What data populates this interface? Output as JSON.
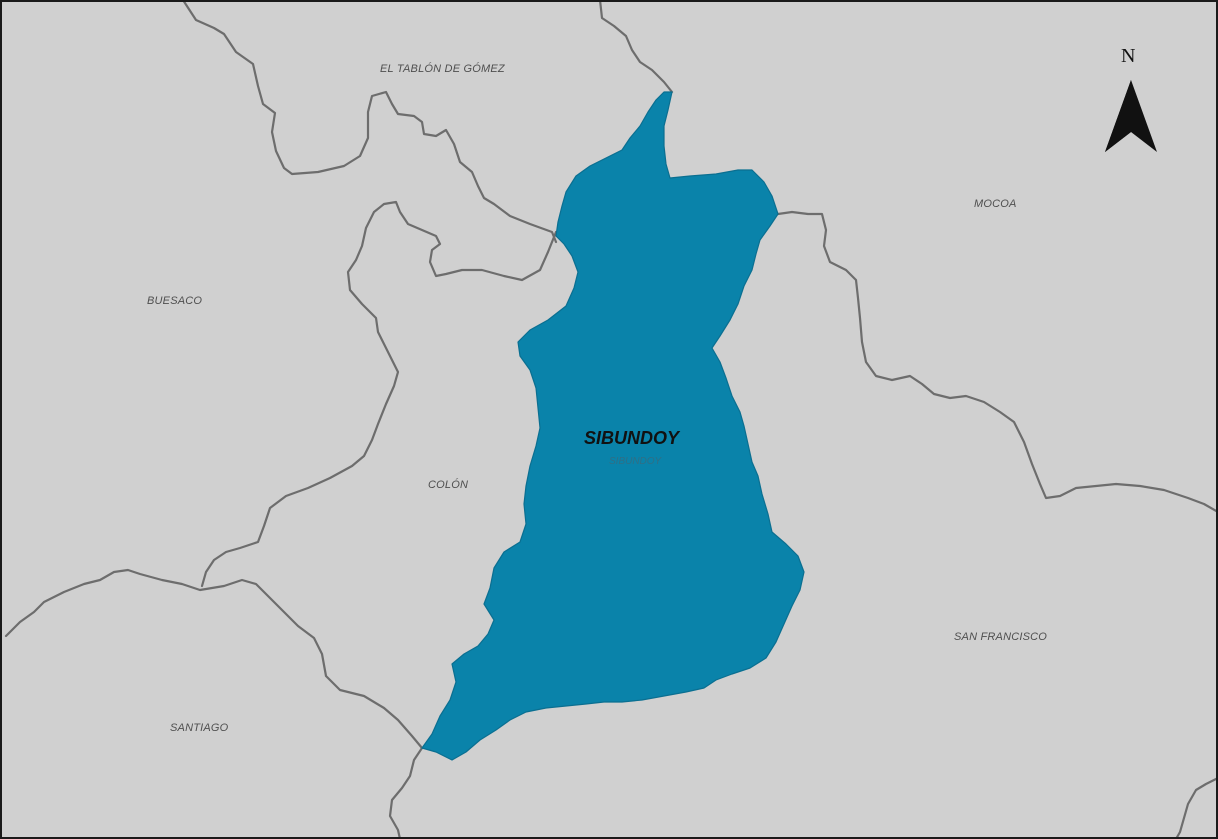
{
  "map": {
    "colors": {
      "background": "#d0d0d0",
      "highlight": "#0a83aa",
      "boundary": "#6d6d6d",
      "frame": "#1a1a1a"
    },
    "north_arrow": {
      "letter": "N",
      "icon": "north-arrow-icon"
    },
    "highlighted_municipality": {
      "label": "SIBUNDOY",
      "sub_label": "SIBUNDOY"
    },
    "municipalities": [
      {
        "id": "el-tablon-de-gomez",
        "label": "EL TABLÓN DE GÓMEZ"
      },
      {
        "id": "mocoa",
        "label": "MOCOA"
      },
      {
        "id": "buesaco",
        "label": "BUESACO"
      },
      {
        "id": "colon",
        "label": "COLÓN"
      },
      {
        "id": "san-francisco",
        "label": "SAN FRANCISCO"
      },
      {
        "id": "santiago",
        "label": "SANTIAGO"
      }
    ]
  }
}
